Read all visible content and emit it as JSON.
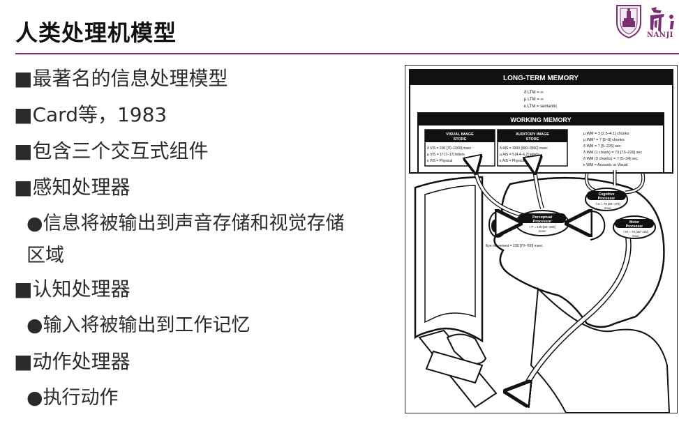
{
  "slide": {
    "title": "人类处理机模型",
    "logo": {
      "text": "NANJI"
    }
  },
  "bullets": [
    {
      "marker": "■",
      "text": "最著名的信息处理模型",
      "level": 1
    },
    {
      "marker": "■",
      "text": "Card等，1983",
      "level": 1
    },
    {
      "marker": "■",
      "text": "包含三个交互式组件",
      "level": 1
    },
    {
      "marker": "■",
      "text": "感知处理器",
      "level": 1
    },
    {
      "marker": "●",
      "text": "信息将被输出到声音存储和视觉存储区域",
      "level": 2
    },
    {
      "marker": "■",
      "text": "认知处理器",
      "level": 1
    },
    {
      "marker": "●",
      "text": "输入将被输出到工作记忆",
      "level": 2
    },
    {
      "marker": "■",
      "text": "动作处理器",
      "level": 1
    },
    {
      "marker": "●",
      "text": "执行动作",
      "level": 1
    }
  ],
  "figure": {
    "ltm": {
      "title": "LONG-TERM MEMORY",
      "lines": [
        "δ LTM = ∞",
        "μ LTM = ∞",
        "κ LTM = semantic"
      ]
    },
    "wm": {
      "title": "WORKING MEMORY",
      "lines": [
        "μ WM = 3 [2.5–4.1] chunks",
        "μ WM* = 7 [5–9] chunks",
        "δ WM = 7 [5–226] sec",
        "δ WM (1 chunk) = 73 [73–226] sec",
        "δ WM (3 chunks) = 7 [5–34] sec",
        "κ WM = Acoustic or Visual"
      ]
    },
    "vis": {
      "title1": "VISUAL IMAGE",
      "title2": "STORE",
      "lines": [
        "δ VIS = 200 [70–1000] msec",
        "μ VIS = 17 [7–17] letters",
        "κ VIS = Physical"
      ]
    },
    "ais": {
      "title1": "AUDITORY IMAGE",
      "title2": "STORE",
      "lines": [
        "δ AIS = 1500 [900–3500] msec",
        "μ AIS = 5 [4.4–6.2] letters",
        "κ AIS = Physical"
      ]
    },
    "perceptual": {
      "title1": "Perceptual",
      "title2": "Processor",
      "value1": "τ P = 100 [50–200]",
      "value2": "msec"
    },
    "cognitive": {
      "title1": "Cognitive",
      "title2": "Processor",
      "value1": "τ C = 70 [25–170]",
      "value2": "msec"
    },
    "motor": {
      "title1": "Motor",
      "title2": "Processor",
      "value1": "τ M = 70 [30–100]",
      "value2": "msec"
    },
    "eye_movement": "Eye movement = 230 [70–700] msec"
  }
}
